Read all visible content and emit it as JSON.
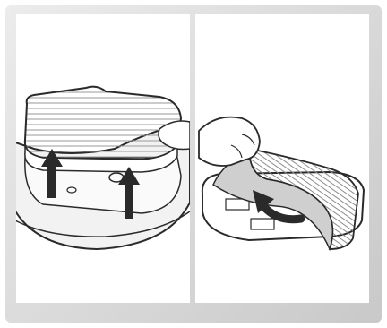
{
  "figure": {
    "panels": [
      {
        "id": "left",
        "illustration": "lift-filter-cover-out",
        "arrow_direction": "up",
        "arrow_count": 2
      },
      {
        "id": "right",
        "illustration": "peel-mop-pad-off",
        "arrow_direction": "curved-up"
      }
    ],
    "colors": {
      "frame": "#cfcfcf",
      "panel_bg": "#ffffff",
      "line": "#2a2a2a",
      "arrow": "#2a2a2a",
      "pad_fill": "#c9c9c9"
    }
  }
}
